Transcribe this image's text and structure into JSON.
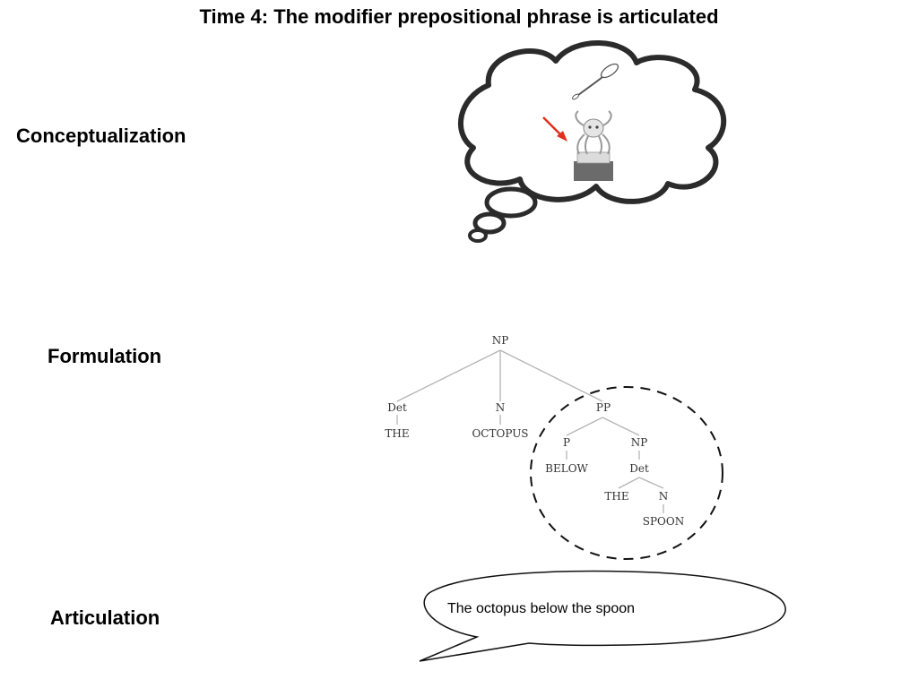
{
  "title": "Time 4: The modifier prepositional phrase is articulated",
  "stages": {
    "conceptualization": "Conceptualization",
    "formulation": "Formulation",
    "articulation": "Articulation"
  },
  "tree": {
    "root": "NP",
    "det": "Det",
    "det_word": "THE",
    "n": "N",
    "n_word": "OCTOPUS",
    "pp": "PP",
    "p": "P",
    "p_word": "BELOW",
    "np2": "NP",
    "det2": "Det",
    "det2_word": "THE",
    "n2": "N",
    "n2_word": "SPOON"
  },
  "speech": "The octopus below the spoon",
  "colors": {
    "arrow": "#e0301e",
    "tree_lines": "#b5b5b5",
    "cloud_stroke": "#2b2b2b"
  },
  "icons": [
    "spoon-icon",
    "octopus-icon",
    "red-arrow-icon"
  ]
}
